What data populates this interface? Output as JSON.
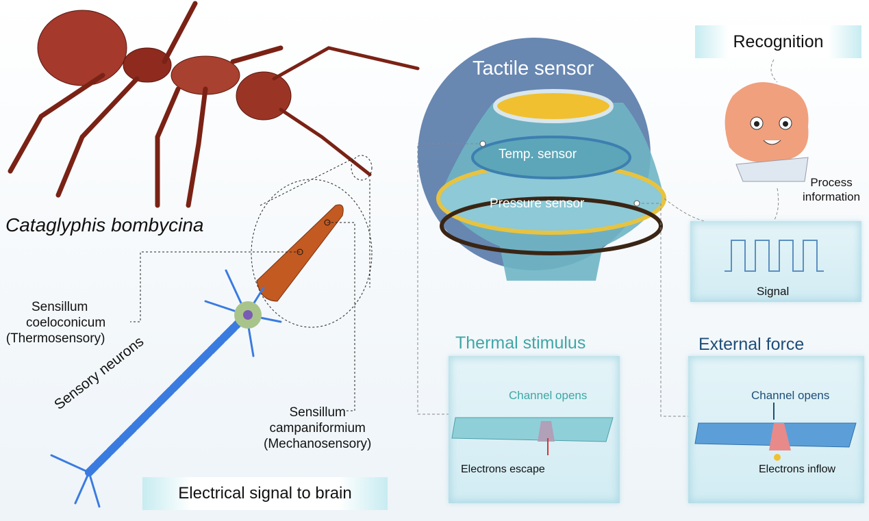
{
  "left": {
    "species": "Cataglyphis bombycina",
    "sensillum_thermo": [
      "Sensillum",
      "coeloconicum",
      "(Thermosensory)"
    ],
    "sensillum_mechano": [
      "Sensillum",
      "campaniformium",
      "(Mechanosensory)"
    ],
    "neurons": "Sensory neurons",
    "signal_tag": "Electrical signal to brain"
  },
  "right": {
    "title": "Tactile sensor",
    "temp": "Temp. sensor",
    "pressure": "Pressure sensor",
    "recognition": "Recognition",
    "process": [
      "Process",
      "information"
    ],
    "signal": "Signal",
    "thermal": {
      "title": "Thermal stimulus",
      "channel": "Channel opens",
      "electrons": "Electrons escape"
    },
    "force": {
      "title": "External force",
      "channel": "Channel opens",
      "electrons": "Electrons inflow"
    }
  },
  "colors": {
    "thermal": "#3fa6a6",
    "force": "#1f4d78",
    "ant": "#8e2a1e"
  }
}
